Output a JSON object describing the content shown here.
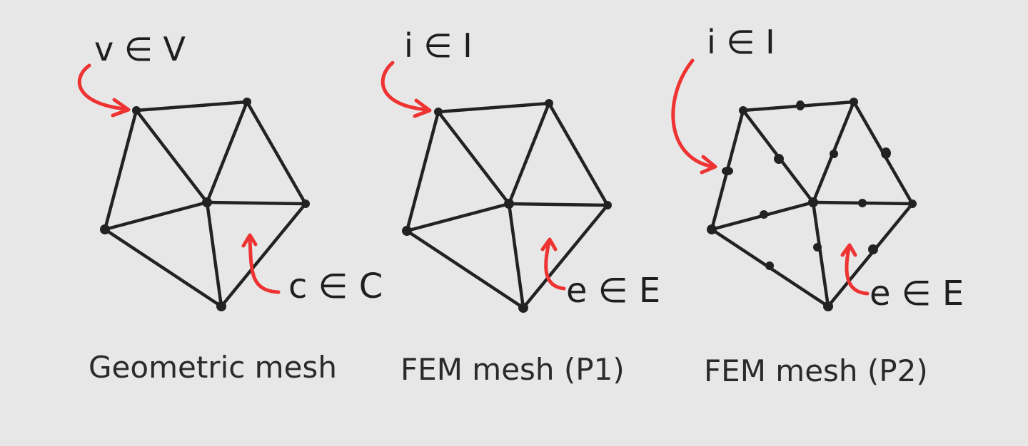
{
  "captions": {
    "geometric": "Geometric mesh",
    "fem_p1": "FEM mesh (P1)",
    "fem_p2": "FEM mesh (P2)"
  },
  "annotations": {
    "geometric_vertex": "v ∈ V",
    "geometric_cell": "c ∈ C",
    "p1_dof": "i ∈ I",
    "p1_element": "e ∈ E",
    "p2_dof": "i ∈ I",
    "p2_element": "e ∈ E"
  },
  "colors": {
    "background": "#e7e7e7",
    "mesh": "#222222",
    "arrow": "#ee3333"
  }
}
